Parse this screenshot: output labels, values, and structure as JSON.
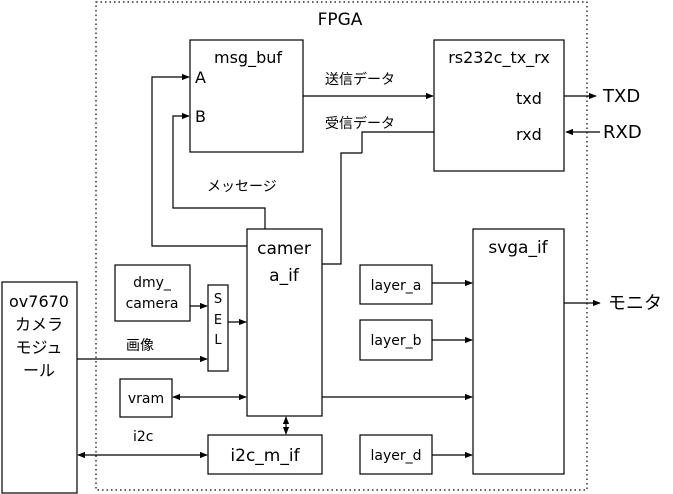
{
  "fpga_label": "FPGA",
  "blocks": {
    "msg_buf": {
      "name": "msg_buf",
      "port_a": "A",
      "port_b": "B"
    },
    "rs232c": {
      "name": "rs232c_tx_rx",
      "port_txd": "txd",
      "port_rxd": "rxd"
    },
    "camera_if": {
      "line1": "camer",
      "line2": "a_if"
    },
    "svga_if": {
      "name": "svga_if"
    },
    "dmy_camera": {
      "line1": "dmy_",
      "line2": "camera"
    },
    "sel": {
      "s": "S",
      "e": "E",
      "l": "L"
    },
    "layer_a": {
      "name": "layer_a"
    },
    "layer_b": {
      "name": "layer_b"
    },
    "layer_d": {
      "name": "layer_d"
    },
    "vram": {
      "name": "vram"
    },
    "i2c_m_if": {
      "name": "i2c_m_if"
    },
    "ov7670": {
      "line1": "ov7670",
      "line2": "カメラ",
      "line3": "モジュ",
      "line4": "ール"
    }
  },
  "signals": {
    "send_data": "送信データ",
    "recv_data": "受信データ",
    "message": "メッセージ",
    "image": "画像",
    "i2c": "i2c",
    "txd_out": "TXD",
    "rxd_in": "RXD",
    "monitor": "モニタ"
  }
}
